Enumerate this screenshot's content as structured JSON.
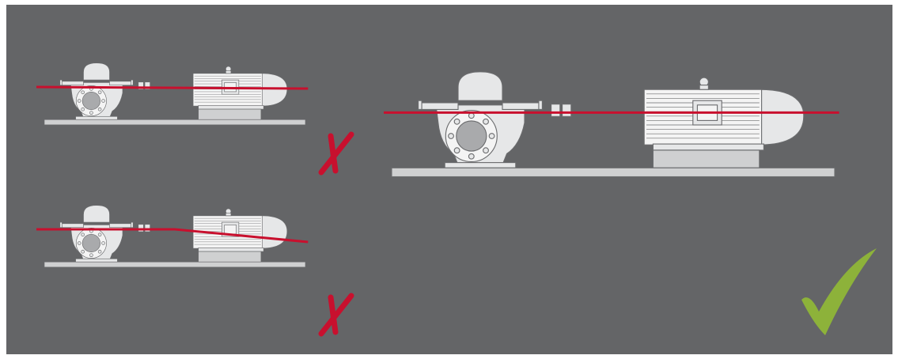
{
  "colors": {
    "background": "#646567",
    "outer_frame": "#ffffff",
    "machine_fill": "#e6e7e8",
    "machine_light": "#f4f4f4",
    "machine_stroke": "#6b6c6e",
    "base_plate": "#cfd0d1",
    "shaft_line": "#c8102e",
    "cross_mark": "#c8102e",
    "check_mark": "#8db23a"
  },
  "panels": [
    {
      "id": "misaligned-offset",
      "verdict": "incorrect",
      "verdict_icon": "cross-icon",
      "alignment": "parallel-offset"
    },
    {
      "id": "misaligned-angular",
      "verdict": "incorrect",
      "verdict_icon": "cross-icon",
      "alignment": "angular"
    },
    {
      "id": "aligned",
      "verdict": "correct",
      "verdict_icon": "check-icon",
      "alignment": "aligned"
    }
  ]
}
